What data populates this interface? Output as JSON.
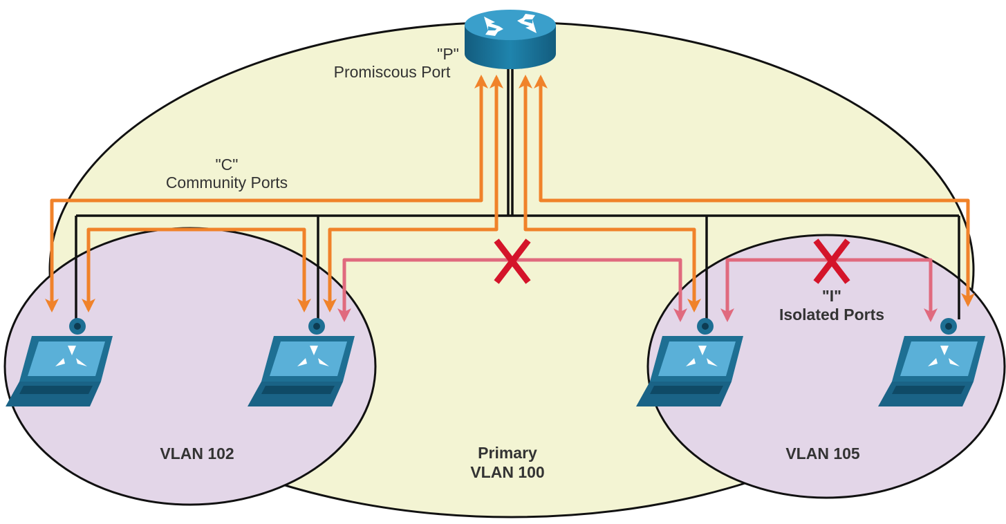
{
  "labels": {
    "promiscuous_code": "\"P\"",
    "promiscuous_name": "Promiscous Port",
    "community_code": "\"C\"",
    "community_name": "Community Ports",
    "isolated_code": "\"I\"",
    "isolated_name": "Isolated Ports",
    "vlan_left": "VLAN 102",
    "vlan_right": "VLAN 105",
    "primary_line1": "Primary",
    "primary_line2": "VLAN 100"
  },
  "colors": {
    "primary_area": "#f3f4d3",
    "secondary_area": "#e3d6e8",
    "link_black": "#111111",
    "allowed_flow": "#f0822a",
    "blocked_flow": "#e06a7e",
    "block_mark": "#d4142a",
    "router_body": "#1f7fa6",
    "laptop_body": "#1e6f93"
  },
  "icons": {
    "router": "router-icon",
    "laptop": "laptop-icon",
    "block": "x-block-icon"
  }
}
